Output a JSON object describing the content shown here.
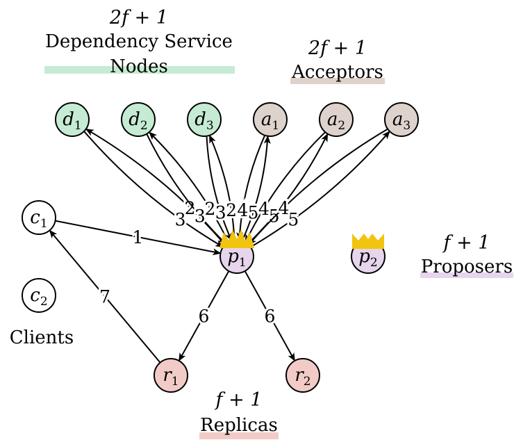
{
  "groups": {
    "dependency": {
      "count": "2f + 1",
      "line1": "Dependency Service",
      "line2": "Nodes",
      "color": "#c6ebd4"
    },
    "acceptors": {
      "count": "2f + 1",
      "label": "Acceptors",
      "color": "#ded2cb"
    },
    "proposers": {
      "count": "f + 1",
      "label": "Proposers",
      "color": "#e6d5ec"
    },
    "replicas": {
      "count": "f + 1",
      "label": "Replicas",
      "color": "#f2cbc6"
    },
    "clients": {
      "label": "Clients"
    }
  },
  "nodes": {
    "d1": {
      "base": "d",
      "sub": "1",
      "fill": "#c6ebd4"
    },
    "d2": {
      "base": "d",
      "sub": "2",
      "fill": "#c6ebd4"
    },
    "d3": {
      "base": "d",
      "sub": "3",
      "fill": "#c6ebd4"
    },
    "a1": {
      "base": "a",
      "sub": "1",
      "fill": "#ddd3cc"
    },
    "a2": {
      "base": "a",
      "sub": "2",
      "fill": "#ddd3cc"
    },
    "a3": {
      "base": "a",
      "sub": "3",
      "fill": "#ddd3cc"
    },
    "c1": {
      "base": "c",
      "sub": "1",
      "fill": "#ffffff"
    },
    "c2": {
      "base": "c",
      "sub": "2",
      "fill": "#ffffff"
    },
    "p1": {
      "base": "p",
      "sub": "1",
      "fill": "#e6d5ec"
    },
    "p2": {
      "base": "p",
      "sub": "2",
      "fill": "#e6d5ec"
    },
    "r1": {
      "base": "r",
      "sub": "1",
      "fill": "#f2cbc6"
    },
    "r2": {
      "base": "r",
      "sub": "2",
      "fill": "#f2cbc6"
    }
  },
  "leader_crown_color": "#f1c40f",
  "edges": [
    {
      "from": "c1",
      "to": "p1",
      "label": "1"
    },
    {
      "from": "p1",
      "to": "d1",
      "label": "2"
    },
    {
      "from": "d1",
      "to": "p1",
      "label": "3"
    },
    {
      "from": "p1",
      "to": "d2",
      "label": "2"
    },
    {
      "from": "d2",
      "to": "p1",
      "label": "3"
    },
    {
      "from": "p1",
      "to": "d3",
      "label": "2"
    },
    {
      "from": "d3",
      "to": "p1",
      "label": "3"
    },
    {
      "from": "p1",
      "to": "a1",
      "label": "5"
    },
    {
      "from": "a1",
      "to": "p1",
      "label": "4"
    },
    {
      "from": "p1",
      "to": "a2",
      "label": "5"
    },
    {
      "from": "a2",
      "to": "p1",
      "label": "4"
    },
    {
      "from": "p1",
      "to": "a3",
      "label": "5"
    },
    {
      "from": "a3",
      "to": "p1",
      "label": "4"
    },
    {
      "from": "p1",
      "to": "r1",
      "label": "6"
    },
    {
      "from": "p1",
      "to": "r2",
      "label": "6"
    },
    {
      "from": "r1",
      "to": "c1",
      "label": "7"
    }
  ]
}
